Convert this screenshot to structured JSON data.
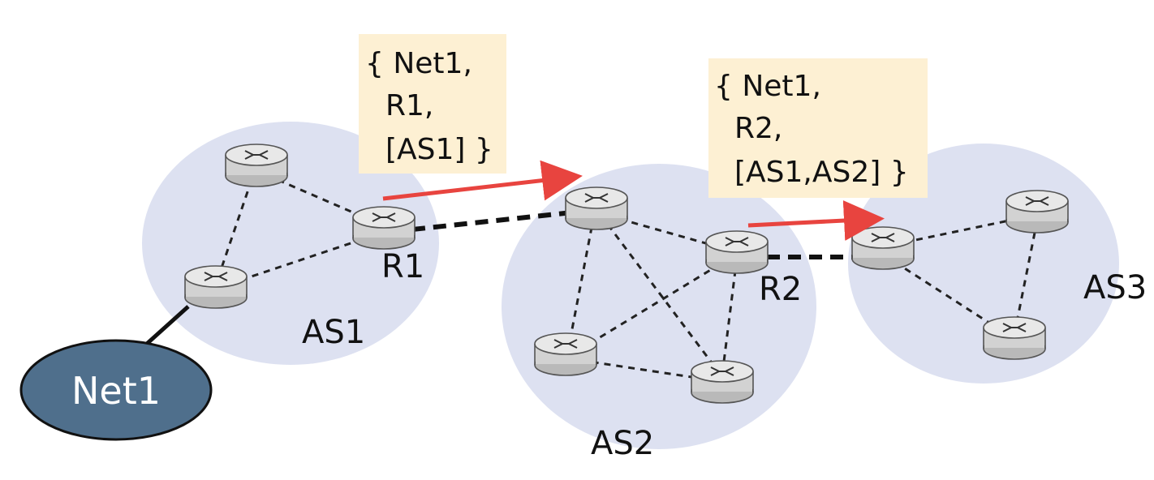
{
  "colors": {
    "as_fill": "#dde1f1",
    "box_fill": "#fdf0d3",
    "net_fill": "#4f6f8c",
    "arrow": "#e8443f",
    "router_body": "#cfcfcf",
    "router_top": "#e6e6e6"
  },
  "network": {
    "label": "Net1"
  },
  "systems": {
    "as1": "AS1",
    "as2": "AS2",
    "as3": "AS3"
  },
  "routers": {
    "r1": "R1",
    "r2": "R2"
  },
  "advertisements": {
    "first": {
      "line1": "{ Net1,",
      "line2": "R1,",
      "line3": "[AS1] }"
    },
    "second": {
      "line1": "{ Net1,",
      "line2": "R2,",
      "line3": "[AS1,AS2] }"
    }
  }
}
